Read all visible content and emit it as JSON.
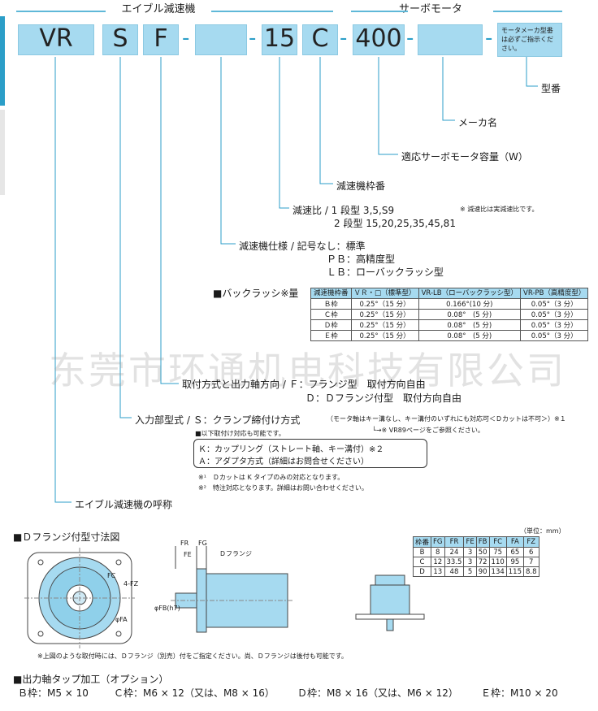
{
  "header": {
    "reducer_label": "エイブル減速機",
    "servo_label": "サーボモータ"
  },
  "code": {
    "vr": "VR",
    "s": "S",
    "f": "F",
    "frame": "",
    "ratio": "15",
    "c": "C",
    "power": "400",
    "maker": "",
    "note": "モータメーカ型番は必ずご指示ください。",
    "dash": "-"
  },
  "callouts": {
    "model": "型番",
    "maker": "メーカ名",
    "capacity": "適応サーボモータ容量（W）",
    "frame": "減速機枠番",
    "ratio_line1": "減速比 / 1 段型 3,5,S9",
    "ratio_line2": "2 段型 15,20,25,35,45,81",
    "ratio_note": "※ 減速比は実減速比です。",
    "spec_line1": "減速機仕様 / 記号なし：標準",
    "spec_line2": "ＰＢ：高精度型",
    "spec_line3": "ＬＢ：ローバックラッシ型",
    "mount_line1": "取付方式と出力軸方向 / Ｆ：フランジ型　取付方向自由",
    "mount_line2": "Ｄ：Ｄフランジ付型　取付方向自由",
    "input_line": "入力部型式 / Ｓ：クランプ締付け方式",
    "input_paren": "（モータ軸はキー溝なし、キー溝付のいずれにも対応可＜Ｄカットは不可＞）※１",
    "input_ref": "└→※ VR89ページをご参照ください。",
    "input_also": "■以下取付け対応も可能です。",
    "opt_k": "Ｋ：カップリング（ストレート軸、キー溝付）※２",
    "opt_a": "Ａ：アダプタ方式（詳細はお問合せください）",
    "fn1": "※¹　Ｄカットは K タイプのみの対応となります。",
    "fn2": "※²　特注対応となります。詳細はお問い合わせください。",
    "name": "エイブル減速機の呼称"
  },
  "backlash": {
    "title": "■バックラッシ※量",
    "headers": [
      "減速機枠番",
      "ＶＲ・□（標準型）",
      "VR-LB（ローバックラッシ型）",
      "VR-PB（高精度型）"
    ],
    "rows": [
      [
        "Ｂ枠",
        "0.25°（15 分）",
        "0.166°(10 分)",
        "0.05°（3 分）"
      ],
      [
        "Ｃ枠",
        "0.25°（15 分）",
        "0.08°　(5 分)",
        "0.05°（3 分）"
      ],
      [
        "Ｄ枠",
        "0.25°（15 分）",
        "0.08°　(5 分)",
        "0.05°（3 分）"
      ],
      [
        "Ｅ枠",
        "0.25°（15 分）",
        "0.08°　(5 分)",
        "0.05°（3 分）"
      ]
    ]
  },
  "watermark": "东莞市环通机电科技有限公司",
  "dflange": {
    "title": "■Ｄフランジ付型寸法図",
    "unit": "（単位：mm）",
    "headers": [
      "枠番",
      "FG",
      "FR",
      "FE",
      "FB",
      "FC",
      "FA",
      "FZ"
    ],
    "rows": [
      [
        "B",
        "8",
        "24",
        "3",
        "50",
        "75",
        "65",
        "6"
      ],
      [
        "C",
        "12",
        "33.5",
        "3",
        "72",
        "110",
        "95",
        "7"
      ],
      [
        "D",
        "13",
        "48",
        "5",
        "90",
        "134",
        "115",
        "8.8"
      ]
    ],
    "labels": {
      "fr": "FR",
      "fg": "FG",
      "fe": "FE",
      "dflange": "Ｄフランジ",
      "fc": "FC",
      "fz": "4-FZ",
      "fa": "φFA",
      "fb": "φFB(h7)"
    },
    "note": "※上図のような取付時には、Ｄフランジ（別売）付をご指定ください。尚、Ｄフランジは後付も可能です。"
  },
  "tap": {
    "title": "■出力軸タップ加工（オプション）",
    "b": "Ｂ枠：M5 × 10",
    "c": "Ｃ枠：M6 × 12（又は、M8 × 16）",
    "d": "Ｄ枠：M8 × 16（又は、M6 × 12）",
    "e": "Ｅ枠：M10 × 20"
  }
}
